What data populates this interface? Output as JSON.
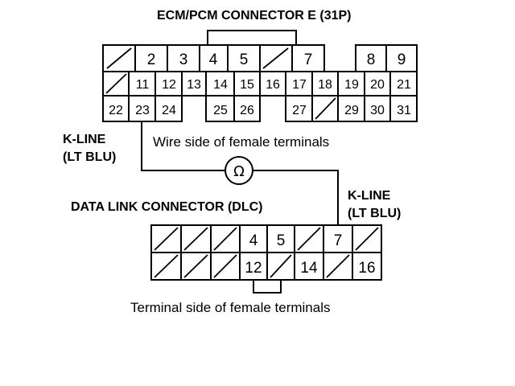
{
  "ecm": {
    "title": "ECM/PCM CONNECTOR E (31P)",
    "caption": "Wire side of female terminals",
    "pins": [
      "2",
      "3",
      "4",
      "5",
      "7",
      "8",
      "9",
      "11",
      "12",
      "13",
      "14",
      "15",
      "16",
      "17",
      "18",
      "19",
      "20",
      "21",
      "22",
      "23",
      "24",
      "25",
      "26",
      "27",
      "29",
      "30",
      "31"
    ]
  },
  "dlc": {
    "title": "DATA LINK CONNECTOR (DLC)",
    "caption": "Terminal side of female terminals",
    "pins": [
      "4",
      "5",
      "7",
      "12",
      "14",
      "16"
    ]
  },
  "wires": {
    "left_label_1": "K-LINE",
    "left_label_2": "(LT BLU)",
    "right_label_1": "K-LINE",
    "right_label_2": "(LT BLU)"
  },
  "meter": {
    "symbol": "Ω"
  }
}
